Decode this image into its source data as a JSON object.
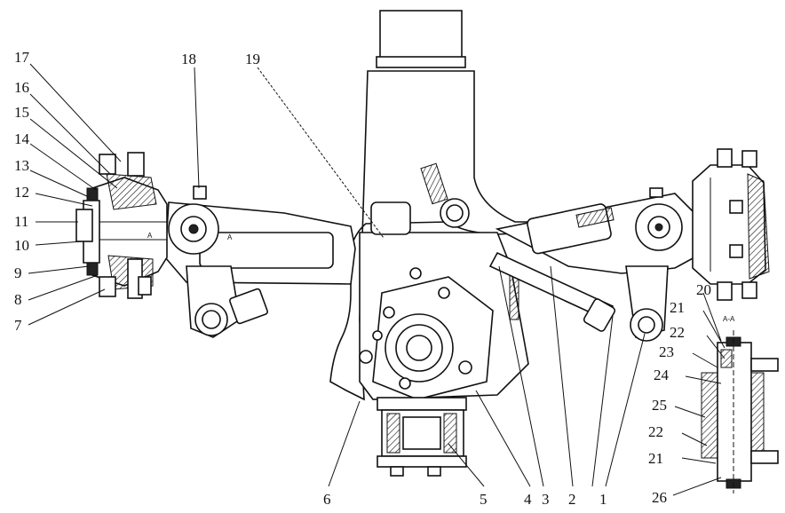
{
  "labels": {
    "n1": "1",
    "n2": "2",
    "n3": "3",
    "n4": "4",
    "n5": "5",
    "n6": "6",
    "n7": "7",
    "n8": "8",
    "n9": "9",
    "n10": "10",
    "n11": "11",
    "n12": "12",
    "n13": "13",
    "n14": "14",
    "n15": "15",
    "n16": "16",
    "n17": "17",
    "n18": "18",
    "n19": "19",
    "n20": "20",
    "n21a": "21",
    "n22a": "22",
    "n23": "23",
    "n24": "24",
    "n25": "25",
    "n22b": "22",
    "n21b": "21",
    "n26": "26"
  },
  "marks": {
    "section": "A-A",
    "arrow_left": "A",
    "arrow_right": "A"
  }
}
